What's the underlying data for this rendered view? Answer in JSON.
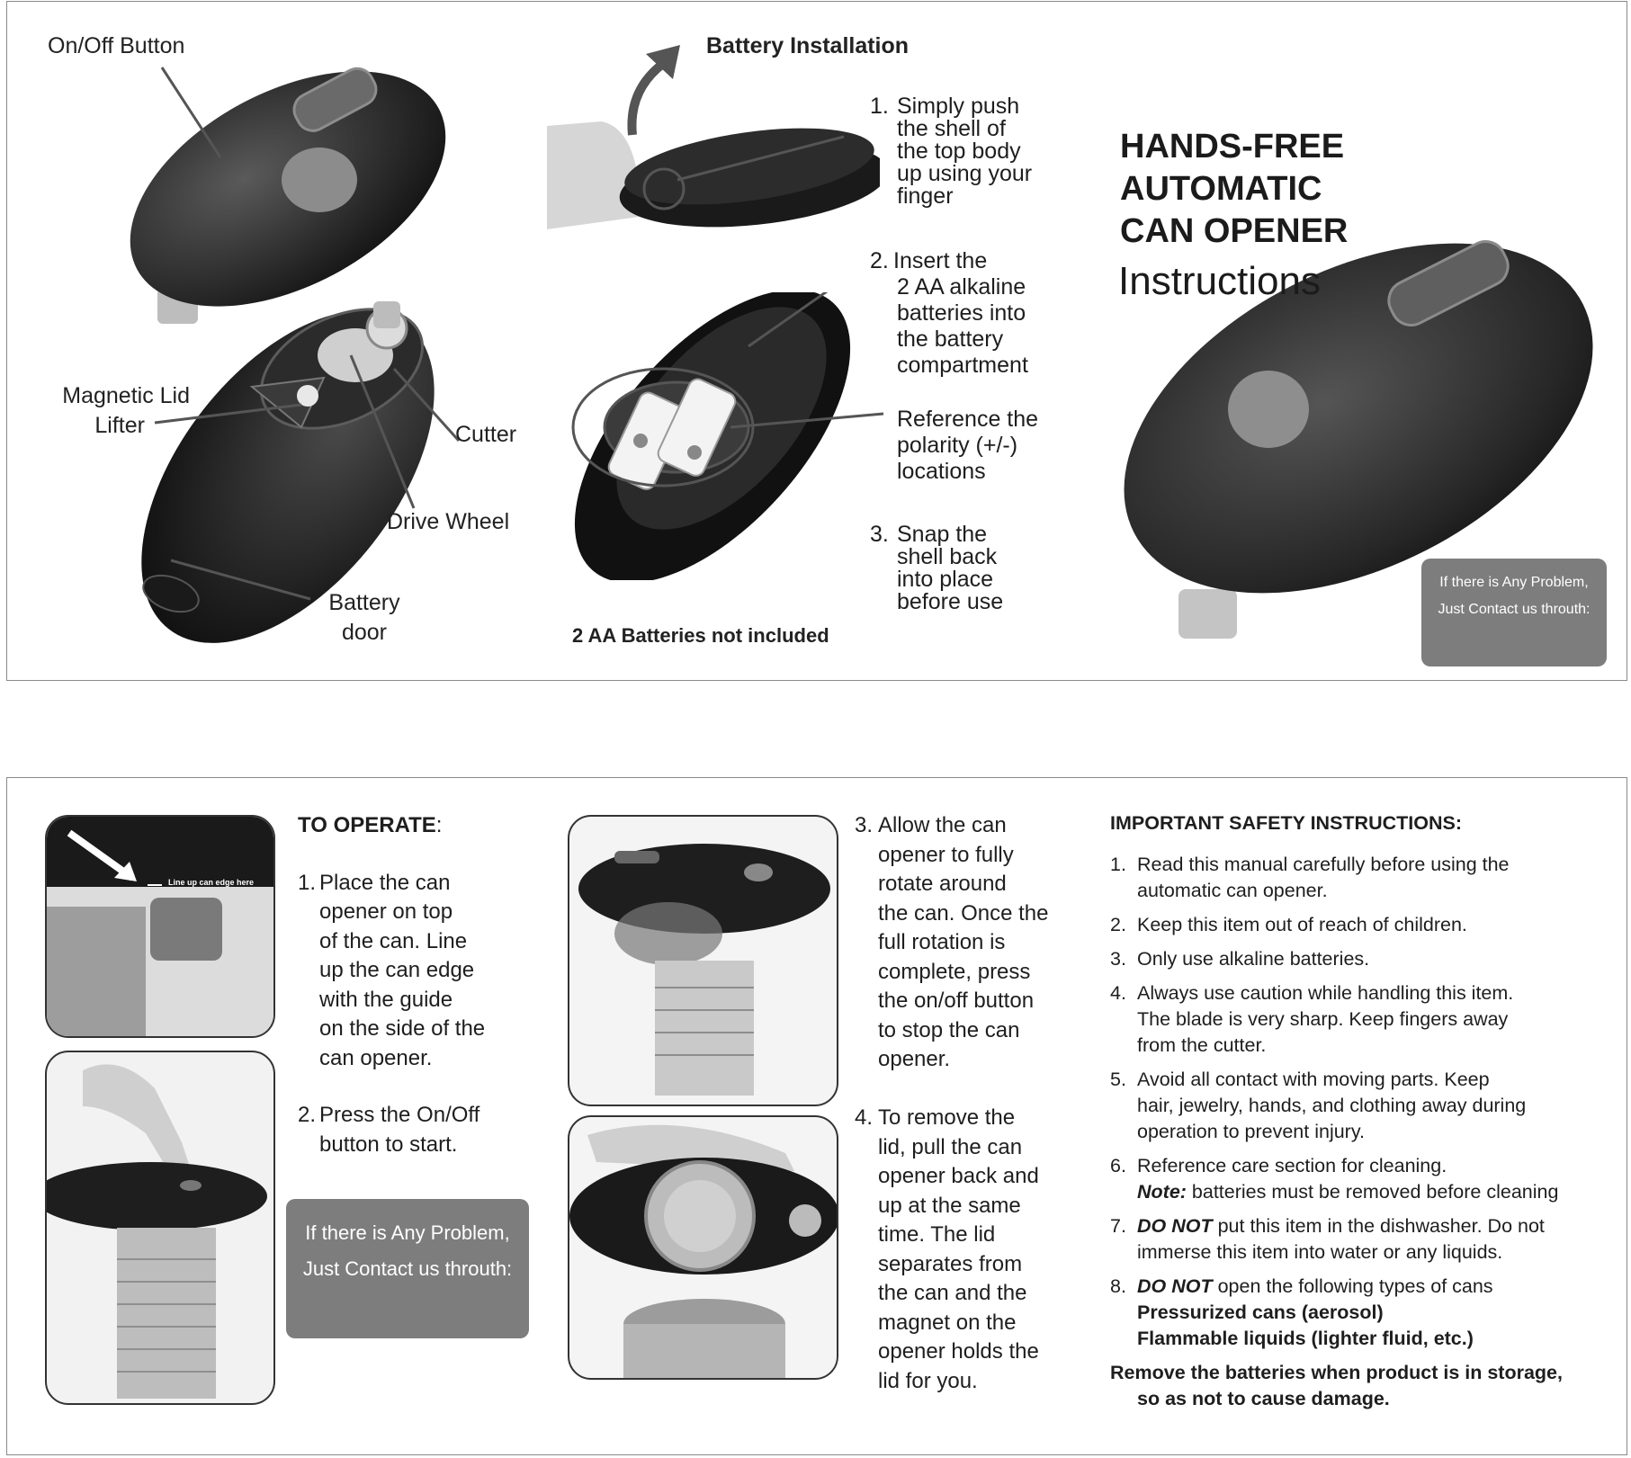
{
  "top": {
    "labels": {
      "on_off": "On/Off Button",
      "magnetic_lid_line1": "Magnetic Lid",
      "magnetic_lid_line2": "Lifter",
      "cutter": "Cutter",
      "drive_wheel": "Drive Wheel",
      "battery_door_line1": "Battery",
      "battery_door_line2": "door"
    },
    "battery_installation": {
      "heading": "Battery Installation",
      "step1_num": "1.",
      "step1_lines": [
        "Simply push",
        "the shell of",
        "the top body",
        "up using your",
        "finger"
      ],
      "step2_num": "2.",
      "step2_lines": [
        "Insert the",
        "2 AA alkaline",
        "batteries into",
        "the battery",
        "compartment"
      ],
      "reference_lines": [
        "Reference the",
        "polarity (+/-)",
        "locations"
      ],
      "step3_num": "3.",
      "step3_lines": [
        "Snap the",
        "shell back",
        "into place",
        "before use"
      ],
      "note": "2 AA Batteries not included"
    },
    "title": {
      "line1": "HANDS-FREE",
      "line2": "AUTOMATIC",
      "line3": "CAN OPENER",
      "subtitle": "Instructions"
    },
    "contact_box": {
      "line1": "If there is Any Problem,",
      "line2": "Just Contact us throuth:"
    }
  },
  "bottom": {
    "guide_label": "Line up can edge here",
    "to_operate": {
      "heading": "TO OPERATE",
      "heading_colon": ":",
      "step1_num": "1.",
      "step1_lines": [
        "Place the can",
        "opener on top",
        "of the can. Line",
        "up the can edge",
        "with the guide",
        "on the side of the",
        "can opener."
      ],
      "step2_num": "2.",
      "step2_lines": [
        "Press the On/Off",
        "button to start."
      ]
    },
    "contact_box": {
      "line1": "If there is Any Problem,",
      "line2": "Just Contact us throuth:"
    },
    "step3_num": "3.",
    "step3_lines": [
      "Allow the can",
      "opener to fully",
      "rotate around",
      "the can. Once the",
      "full rotation is",
      "complete, press",
      "the on/off button",
      "to stop the can",
      "opener."
    ],
    "step4_num": "4.",
    "step4_lines": [
      "To remove the",
      "lid, pull the can",
      "opener back and",
      "up at the same",
      "time. The lid",
      "separates from",
      "the can and the",
      "magnet on the",
      "opener holds the",
      "lid for you."
    ],
    "safety": {
      "heading": "IMPORTANT SAFETY INSTRUCTIONS:",
      "items": [
        {
          "num": "1.",
          "lines": [
            "Read this manual carefully before using the",
            "automatic can opener."
          ]
        },
        {
          "num": "2.",
          "lines": [
            "Keep this item out of reach of children."
          ]
        },
        {
          "num": "3.",
          "lines": [
            "Only use alkaline batteries."
          ]
        },
        {
          "num": "4.",
          "lines": [
            "Always use caution while handling this item.",
            "The blade is very sharp. Keep fingers away",
            "from the cutter."
          ]
        },
        {
          "num": "5.",
          "lines": [
            "Avoid all contact with moving parts. Keep",
            "hair, jewelry, hands, and clothing away during",
            "operation to prevent injury."
          ]
        }
      ],
      "item6_num": "6.",
      "item6_line1": "Reference care section for cleaning.",
      "item6_note_label": "Note:",
      "item6_note_text": " batteries must be removed before cleaning",
      "item7_num": "7.",
      "item7_em": "DO NOT",
      "item7_line1_rest": " put this item in the dishwasher. Do not",
      "item7_line2": "immerse this item into water or any liquids.",
      "item8_num": "8.",
      "item8_em": "DO NOT",
      "item8_line1_rest": " open the following types of cans",
      "item8_line2": "Pressurized cans (aerosol)",
      "item8_line3": "Flammable liquids (lighter fluid, etc.)",
      "final_line1": "Remove the batteries when product is in storage,",
      "final_line2": "so as not to cause damage."
    }
  }
}
